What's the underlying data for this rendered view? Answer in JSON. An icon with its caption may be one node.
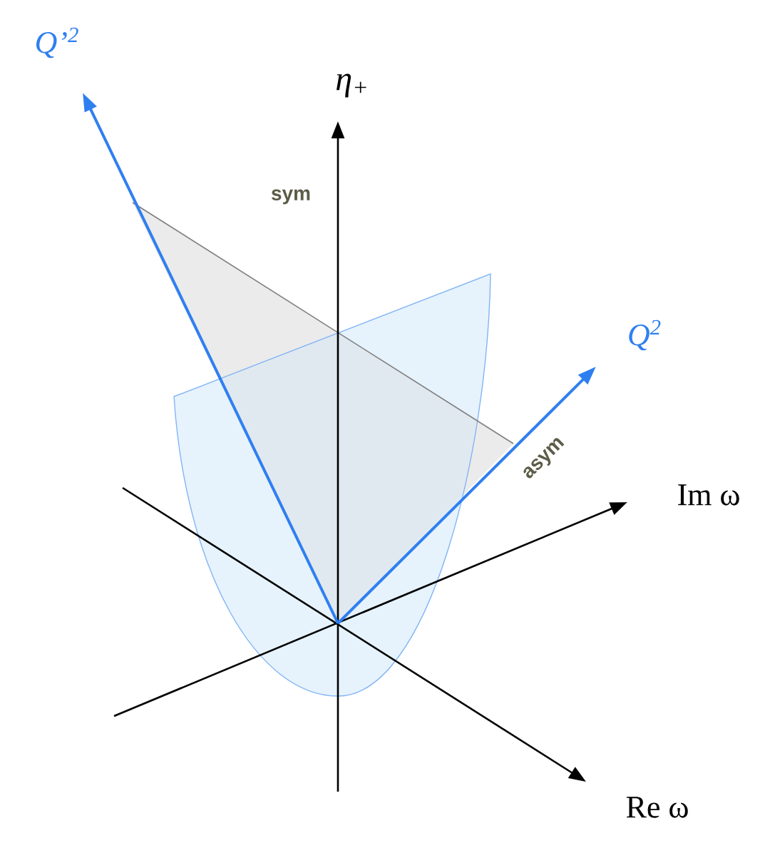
{
  "diagram": {
    "labels": [
      "Q’$^{2}$",
      "η$_{+}$",
      "sym",
      "Q$^{2}$",
      "asym",
      "Im ω",
      "Re ω"
    ]
  }
}
